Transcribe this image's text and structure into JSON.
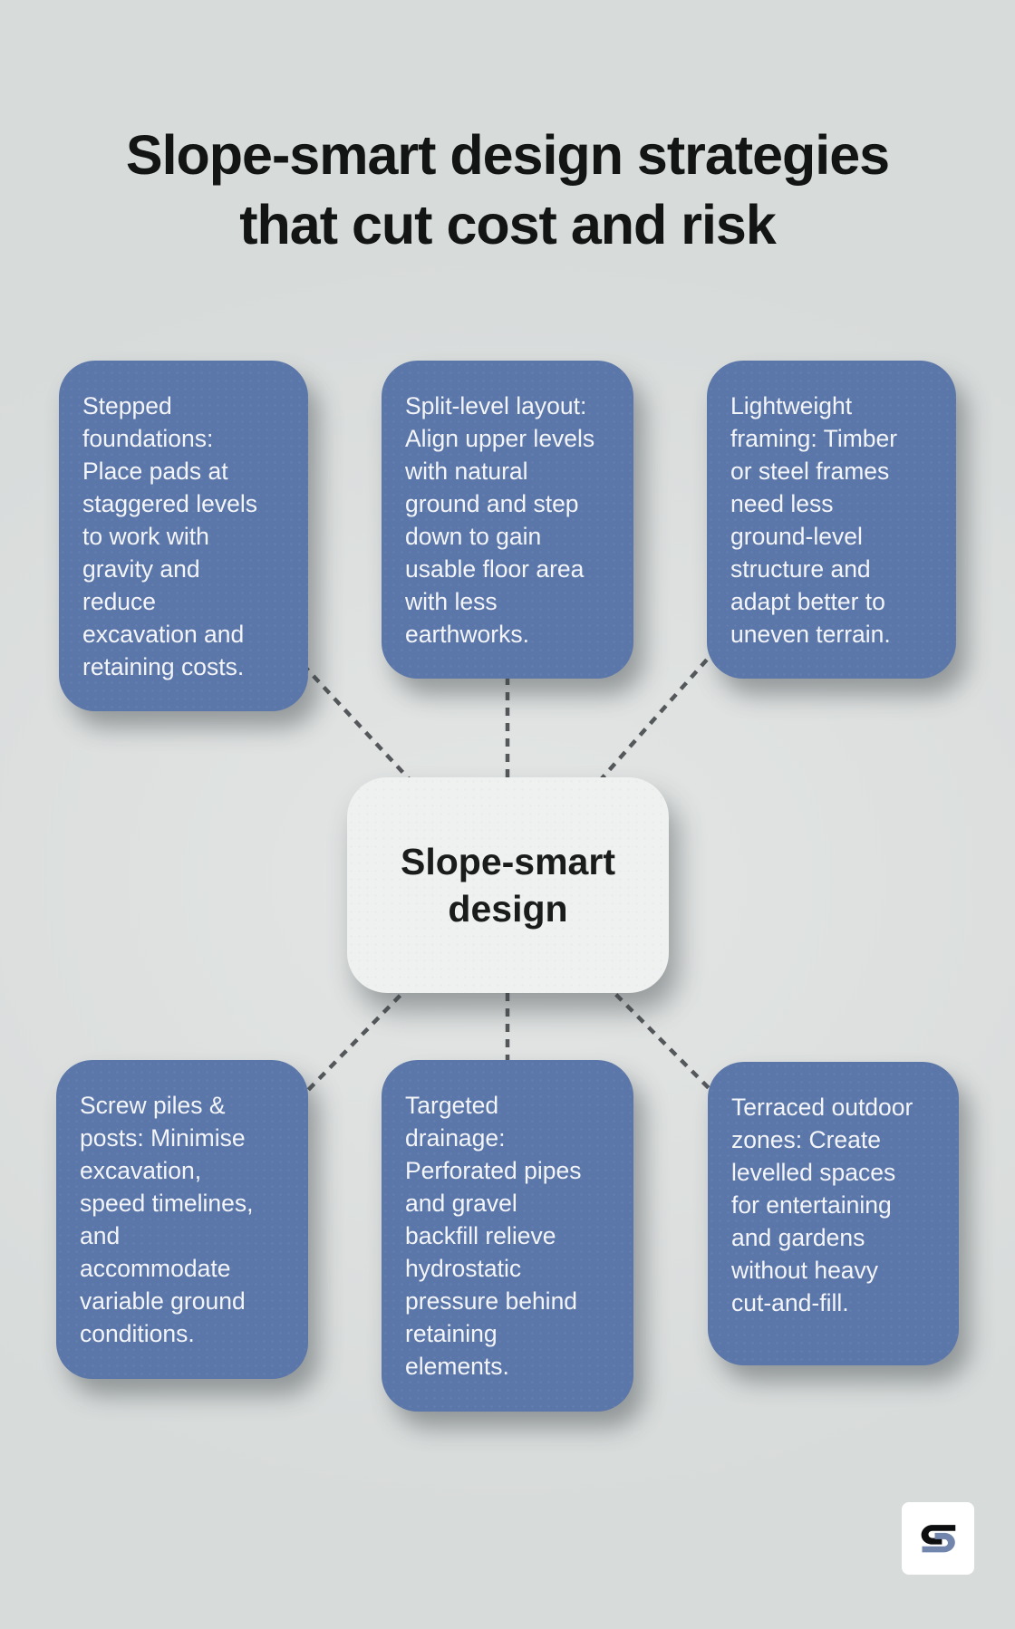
{
  "title": "Slope-smart design strategies\nthat cut cost and risk",
  "center": {
    "label": "Slope-smart\ndesign"
  },
  "nodes": [
    {
      "id": "stepped-foundations",
      "text": "Stepped\nfoundations:\nPlace pads at\nstaggered levels\nto work with\ngravity and\nreduce\nexcavation and\nretaining costs."
    },
    {
      "id": "split-level-layout",
      "text": "Split-level layout:\nAlign upper levels\nwith natural\nground and step\ndown to gain\nusable floor area\nwith less\nearthworks."
    },
    {
      "id": "lightweight-framing",
      "text": "Lightweight\nframing: Timber\nor steel frames\nneed less\nground-level\nstructure and\nadapt better to\nuneven terrain."
    },
    {
      "id": "screw-piles-posts",
      "text": "Screw piles &\nposts: Minimise\nexcavation,\nspeed timelines,\nand\naccommodate\nvariable ground\nconditions."
    },
    {
      "id": "targeted-drainage",
      "text": "Targeted\ndrainage:\nPerforated pipes\nand gravel\nbackfill relieve\nhydrostatic\npressure behind\nretaining\nelements."
    },
    {
      "id": "terraced-outdoor-zones",
      "text": "Terraced outdoor\nzones: Create\nlevelled spaces\nfor entertaining\nand gardens\nwithout heavy\ncut-and-fill."
    }
  ],
  "colors": {
    "background": "#dcdfde",
    "node_blue": "#5b76a9",
    "node_text": "#f3f5f8",
    "center_bg": "#eff1f0",
    "title_text": "#131414",
    "connector": "#54585a",
    "logo_black": "#0d0e0f",
    "logo_blue": "#7285ac"
  },
  "logo": {
    "icon": "s-monogram-icon"
  }
}
